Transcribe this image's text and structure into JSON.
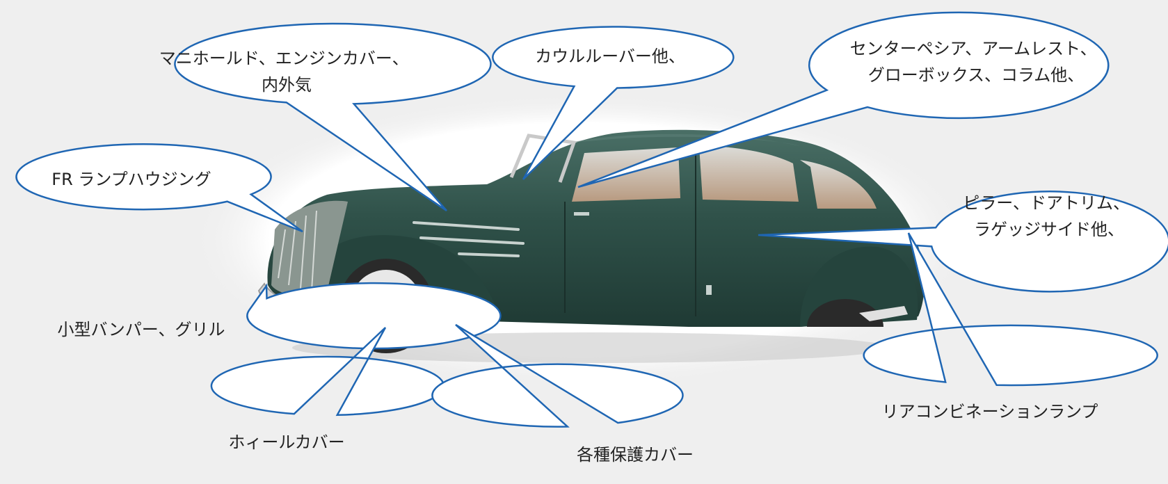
{
  "colors": {
    "background": "#efefef",
    "callout_stroke": "#1f66b3",
    "callout_fill": "#ffffff",
    "car_body": "#2f5149",
    "text": "#222222"
  },
  "car": {
    "icon": "vintage-sedan-illustration"
  },
  "callouts": [
    {
      "id": "manifold",
      "lines": [
        "マニホールド、エンジンカバー、",
        "内外気"
      ]
    },
    {
      "id": "cowl",
      "lines": [
        "カウルルーバー他、"
      ]
    },
    {
      "id": "console",
      "lines": [
        "センターペシア、アームレスト、",
        "グローボックス、コラム他、"
      ]
    },
    {
      "id": "lamp-housing",
      "lines": [
        "FR ランプハウジング"
      ]
    },
    {
      "id": "pillar",
      "lines": [
        "ピラー、ドアトリム、",
        "ラゲッジサイド他、"
      ]
    },
    {
      "id": "bumper",
      "lines": [
        "小型バンパー、グリル"
      ]
    },
    {
      "id": "rear-lamp",
      "lines": [
        "リアコンビネーションランプ"
      ]
    },
    {
      "id": "wheel-cover",
      "lines": [
        "ホィールカバー"
      ]
    },
    {
      "id": "protect-cover",
      "lines": [
        "各種保護カバー"
      ]
    }
  ]
}
